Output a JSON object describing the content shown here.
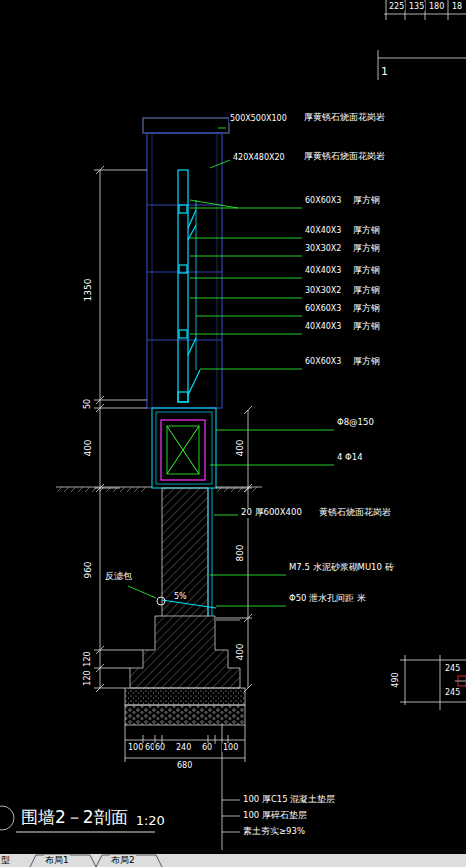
{
  "diagram": {
    "title": "围墙2－2剖面",
    "labels": [
      "225",
      "135",
      "180",
      "18",
      "1",
      "500X500X100",
      "厚黄锈石烧面花岗岩",
      "420X480X20",
      "厚黄锈石烧面花岗岩",
      "60X60X3",
      "厚方钢",
      "40X40X3",
      "厚方钢",
      "30X30X2",
      "厚方钢",
      "40X40X3",
      "厚方钢",
      "30X30X2",
      "厚方钢",
      "60X60X3",
      "厚方钢",
      "40X40X3",
      "厚方钢",
      "60X60X3",
      "厚方钢",
      "Φ8@150",
      "4 Φ14",
      "20 厚600X400",
      "黄锈石烧面花岗岩",
      "M7.5 水泥砂浆砌MU10 砖",
      "Φ50 泄水孔间距 米",
      "反滤包",
      "5%",
      "1350",
      "50",
      "400",
      "960",
      "120",
      "120",
      "400",
      "800",
      "400",
      "100",
      "60",
      "60",
      "240",
      "60",
      "100",
      "680",
      "100 厚C15 混凝土垫层",
      "100 厚碎石垫层",
      "素土夯实≥93%",
      "490",
      "245",
      "245",
      "1:20",
      "型",
      "布局1",
      "布局2"
    ]
  }
}
